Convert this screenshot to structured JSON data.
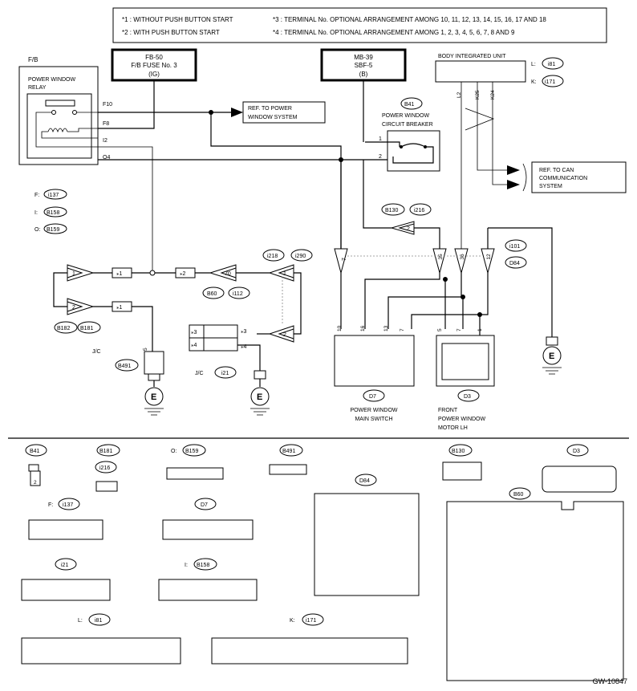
{
  "notes": {
    "n1": "*1  : WITHOUT PUSH BUTTON START",
    "n2": "*2  : WITH PUSH BUTTON START",
    "n3": "*3  : TERMINAL No. OPTIONAL ARRANGEMENT AMONG 10, 11, 12, 13, 14, 15, 16, 17 AND 18",
    "n4": "*4  : TERMINAL No. OPTIONAL ARRANGEMENT AMONG 1, 2, 3, 4, 5, 6, 7, 8 AND 9"
  },
  "fb": {
    "label": "F/B",
    "relay_line1": "POWER WINDOW",
    "relay_line2": "RELAY",
    "pins": [
      "F10",
      "F8",
      "I2",
      "O4"
    ],
    "conn_f": "F:",
    "conn_f_id": "i137",
    "conn_i": "I:",
    "conn_i_id": "B158",
    "conn_o": "O:",
    "conn_o_id": "B159"
  },
  "fuse": {
    "line1": "FB-50",
    "line2": "F/B FUSE No. 3",
    "line3": "(IG)"
  },
  "mb": {
    "line1": "MB-39",
    "line2": "SBF-5",
    "line3": "(B)"
  },
  "biu": {
    "label": "BODY INTEGRATED UNIT",
    "l": "L:",
    "l_id": "i81",
    "k": "K:",
    "k_id": "i171",
    "pins": [
      "L2",
      "K25",
      "K24"
    ]
  },
  "ref_pw": {
    "line1": "REF. TO POWER",
    "line2": "WINDOW SYSTEM"
  },
  "ref_can": {
    "line1": "REF. TO CAN",
    "line2": "COMMUNICATION",
    "line3": "SYSTEM"
  },
  "cb": {
    "id": "B41",
    "line1": "POWER WINDOW",
    "line2": "CIRCUIT BREAKER",
    "pin1": "1",
    "pin2": "2"
  },
  "conns": {
    "b130": "B130",
    "i216": "i216",
    "pin2": "2",
    "i101": "i101",
    "d84": "D84",
    "p7": "7",
    "p35": "35",
    "p36": "36",
    "p12": "12",
    "i218": "i218",
    "i290": "i290",
    "p1": "1",
    "p70": "70",
    "b60": "B60",
    "i112": "i112",
    "b182": "B182",
    "b181": "B181",
    "star1": "⁎1",
    "star2": "⁎2",
    "star3": "⁎3",
    "star4": "⁎4"
  },
  "jc1": {
    "label": "J/C",
    "id": "B491",
    "pin": "5"
  },
  "jc2": {
    "label": "J/C",
    "id": "i21"
  },
  "d7": {
    "id": "D7",
    "line1": "POWER WINDOW",
    "line2": "MAIN SWITCH",
    "pins": [
      "10",
      "16",
      "13",
      "7"
    ]
  },
  "d3": {
    "id": "D3",
    "line1": "FRONT",
    "line2": "POWER WINDOW",
    "line3": "MOTOR LH",
    "pins": [
      "5",
      "7",
      "1"
    ]
  },
  "ground": "E",
  "bottom": {
    "b41": "B41",
    "b181": "B181",
    "i216": "i216",
    "b159": "O:",
    "b159_id": "B159",
    "b491": "B491",
    "b130": "B130",
    "d3": "D3",
    "d84": "D84",
    "b60": "B60",
    "i137": "F:",
    "i137_id": "i137",
    "d7": "D7",
    "i21": "i21",
    "b158": "I:",
    "b158_id": "B158",
    "i81": "L:",
    "i81_id": "i81",
    "i171": "K:",
    "i171_id": "i171"
  },
  "code": "GW-10847"
}
